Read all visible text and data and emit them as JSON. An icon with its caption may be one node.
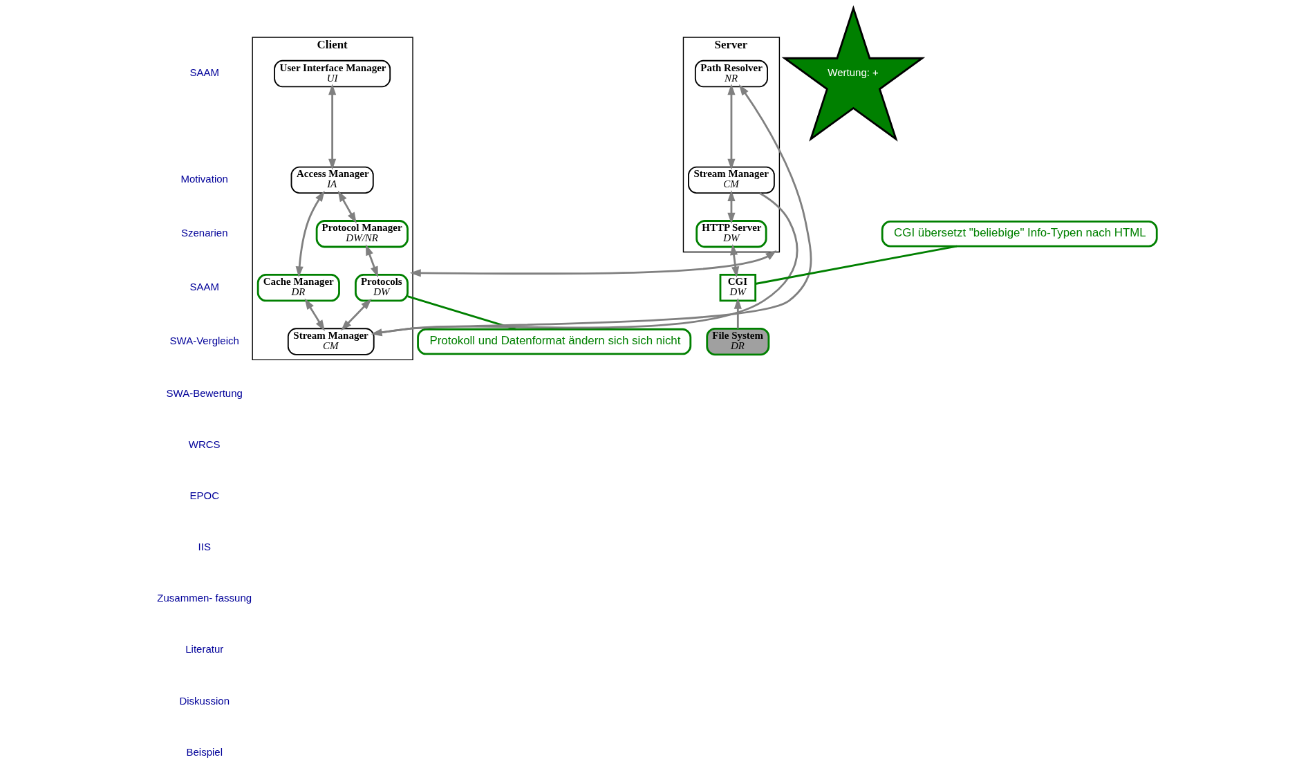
{
  "diagram": {
    "nodes": [
      {
        "text": [
          "Client"
        ]
      },
      {
        "text": [
          "User Interface Manager",
          "UI"
        ],
        "in": 0
      },
      {
        "text": [
          "Access Manager",
          "IA"
        ],
        "in": 0
      },
      {
        "text": [
          "Protocol Manager",
          "DW/NR"
        ],
        "in": 0
      },
      {
        "text": [
          "Cache Manager",
          "DR"
        ],
        "in": 0
      },
      {
        "text": [
          "Protocols",
          "DW"
        ],
        "in": 0
      },
      {
        "text": [
          "Stream Manager",
          "CM"
        ],
        "in": 0
      },
      {
        "text": [
          "Server"
        ]
      },
      {
        "text": [
          "Path Resolver",
          "NR"
        ],
        "in": 7
      },
      {
        "text": [
          "Stream Manager",
          "CM"
        ],
        "in": 7
      },
      {
        "text": [
          "HTTP Server",
          "DW"
        ],
        "in": 7
      },
      {
        "text": [
          "CGI",
          "DW"
        ]
      },
      {
        "text": [
          "File System",
          "DR"
        ]
      },
      {
        "text": [
          "CGI übersetzt \"beliebige\" Info-Typen nach HTML"
        ]
      },
      {
        "text": [
          "Protokoll und Datenformat ändern sich sich nicht"
        ]
      },
      {
        "text": [
          "Wertung: +"
        ]
      }
    ],
    "edges": [
      {
        "from": 1,
        "to": 2,
        "arrow": "both"
      },
      {
        "from": 2,
        "to": 3,
        "arrow": "both"
      },
      {
        "from": 2,
        "to": 4,
        "arrow": "both"
      },
      {
        "from": 3,
        "to": 5,
        "arrow": "both"
      },
      {
        "from": 4,
        "to": 6,
        "arrow": "both"
      },
      {
        "from": 5,
        "to": 6,
        "arrow": "both"
      },
      {
        "from": 6,
        "to": 8,
        "arrow": "to"
      },
      {
        "from": 0,
        "to": 7,
        "arrow": "both"
      },
      {
        "from": 9,
        "to": 6,
        "arrow": "to"
      },
      {
        "from": 8,
        "to": 9,
        "arrow": "both"
      },
      {
        "from": 9,
        "to": 10,
        "arrow": "both"
      },
      {
        "from": 10,
        "to": 11,
        "arrow": "both"
      },
      {
        "from": 12,
        "to": 11,
        "arrow": "to"
      },
      {
        "from": 13,
        "to": 11,
        "arrow": "none",
        "color": "#008000"
      },
      {
        "from": 14,
        "to": 5,
        "arrow": "none",
        "color": "#008000"
      }
    ],
    "labels": [
      "SAAM",
      "Motivation",
      "Szenarien",
      "SAAM",
      "SWA-Vergleich",
      "SWA-Bewertung",
      "WRCS",
      "EPOC",
      "IIS",
      "Zusammen- fassung",
      "Literatur",
      "Diskussion",
      "Beispiel"
    ]
  }
}
